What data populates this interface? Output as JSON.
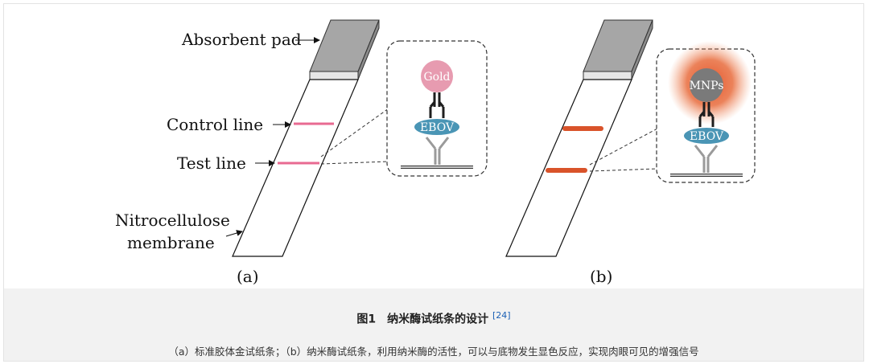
{
  "panel_a": {
    "labels": {
      "absorbent_pad": "Absorbent pad",
      "control_line": "Control line",
      "test_line": "Test line",
      "nitro_line1": "Nitrocellulose",
      "nitro_line2": "membrane"
    },
    "particle": "Gold",
    "antigen": "EBOV",
    "panel_label": "(a)"
  },
  "panel_b": {
    "particle": "MNPs",
    "antigen": "EBOV",
    "panel_label": "(b)"
  },
  "caption": {
    "title": "图1　纳米酶试纸条的设计",
    "ref": "[24]",
    "subtitle": "（a）标准胶体金试纸条；（b）纳米酶试纸条，利用纳米酶的活性，可以与底物发生显色反应，实现肉眼可见的增强信号"
  },
  "colors": {
    "gold_particle": "#e79bb0",
    "ebov": "#4a95b5",
    "mnp_particle": "#7a7a7a",
    "mnp_glow": "#e4572e",
    "control_line_a": "#e86a92",
    "test_line_b": "#d9532a"
  }
}
